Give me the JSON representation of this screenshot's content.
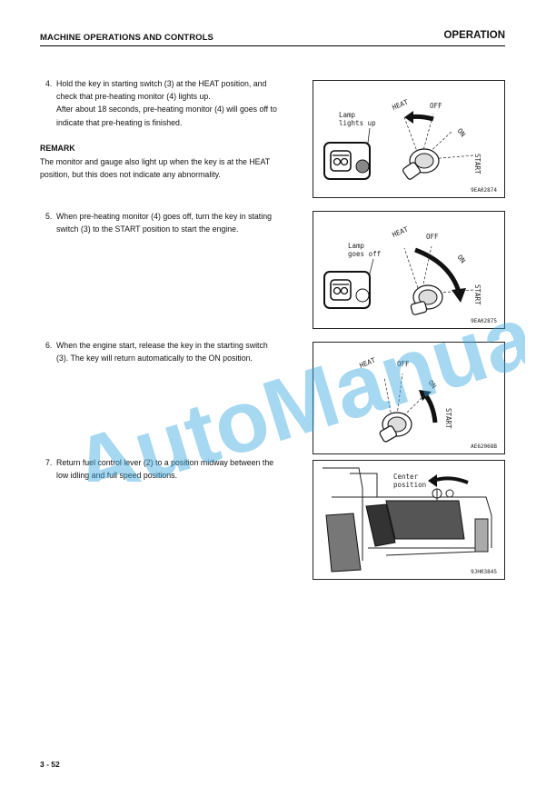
{
  "header": {
    "left": "MACHINE OPERATIONS AND CONTROLS",
    "right": "OPERATION"
  },
  "steps": [
    {
      "num": "4.",
      "lines": [
        "Hold the key in starting switch (3) at the HEAT position, and",
        "check that pre-heating monitor (4) lights up.",
        "After about 18 seconds, pre-heating monitor (4) will goes off to",
        "indicate that pre-heating is finished."
      ]
    },
    {
      "num": "5.",
      "lines": [
        "When pre-heating monitor (4) goes off, turn the key in stating",
        "switch (3) to the START position to start the engine."
      ]
    },
    {
      "num": "6.",
      "lines": [
        "When the engine start, release the key in the starting switch",
        "(3). The key will return automatically to the ON position."
      ]
    },
    {
      "num": "7.",
      "lines": [
        "Return fuel control lever (2) to a position midway between the",
        "low idling and full speed positions."
      ]
    }
  ],
  "remark": {
    "title": "REMARK",
    "lines": [
      "The monitor and gauge also light up when the key is at the HEAT",
      "position, but this does not indicate any abnormality."
    ]
  },
  "figures": [
    {
      "id": "9EA02874",
      "lamp_line1": "Lamp",
      "lamp_line2": "lights up",
      "heat": "HEAT",
      "off": "OFF",
      "on": "ON",
      "start": "START"
    },
    {
      "id": "9EA02875",
      "lamp_line1": "Lamp",
      "lamp_line2": "goes off",
      "heat": "HEAT",
      "off": "OFF",
      "on": "ON",
      "start": "START"
    },
    {
      "id": "AE62068B",
      "heat": "HEAT",
      "off": "OFF",
      "on": "ON",
      "start": "START"
    },
    {
      "id": "9JH03845",
      "center_line1": "Center",
      "center_line2": "position"
    }
  ],
  "footer": {
    "page": "3 - 52"
  },
  "watermark": {
    "text": "AutoManual",
    "color": "#3aa8e0"
  }
}
